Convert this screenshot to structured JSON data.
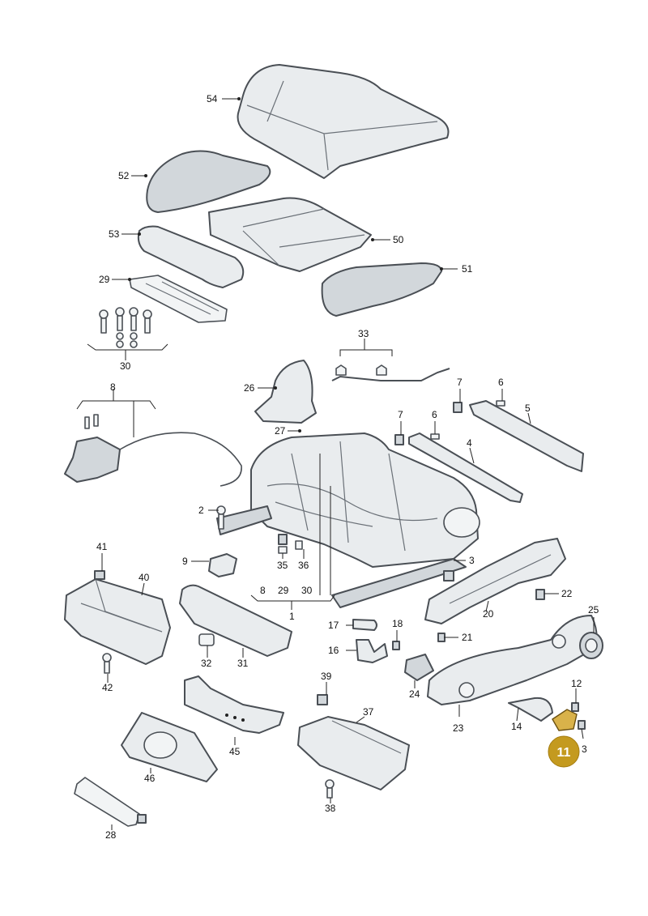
{
  "callouts": {
    "c54": "54",
    "c52": "52",
    "c53": "53",
    "c50": "50",
    "c51": "51",
    "c29": "29",
    "c30": "30",
    "c33": "33",
    "c26": "26",
    "c27": "27",
    "c8": "8",
    "c7a": "7",
    "c6a": "6",
    "c5": "5",
    "c7b": "7",
    "c6b": "6",
    "c4": "4",
    "c2": "2",
    "c9": "9",
    "c35": "35",
    "c36": "36",
    "c3a": "3",
    "c41": "41",
    "c40": "40",
    "c22": "22",
    "c20": "20",
    "c25": "25",
    "c8b": "8",
    "c29b": "29",
    "c30b": "30",
    "c1": "1",
    "c17": "17",
    "c18": "18",
    "c21": "21",
    "c16": "16",
    "c32": "32",
    "c31": "31",
    "c42": "42",
    "c24": "24",
    "c39": "39",
    "c12": "12",
    "c37": "37",
    "c14": "14",
    "c23": "23",
    "c3b": "3",
    "c45": "45",
    "c46": "46",
    "c38": "38",
    "c28": "28"
  },
  "highlight": {
    "label": "11",
    "color": "#c49a1f"
  }
}
